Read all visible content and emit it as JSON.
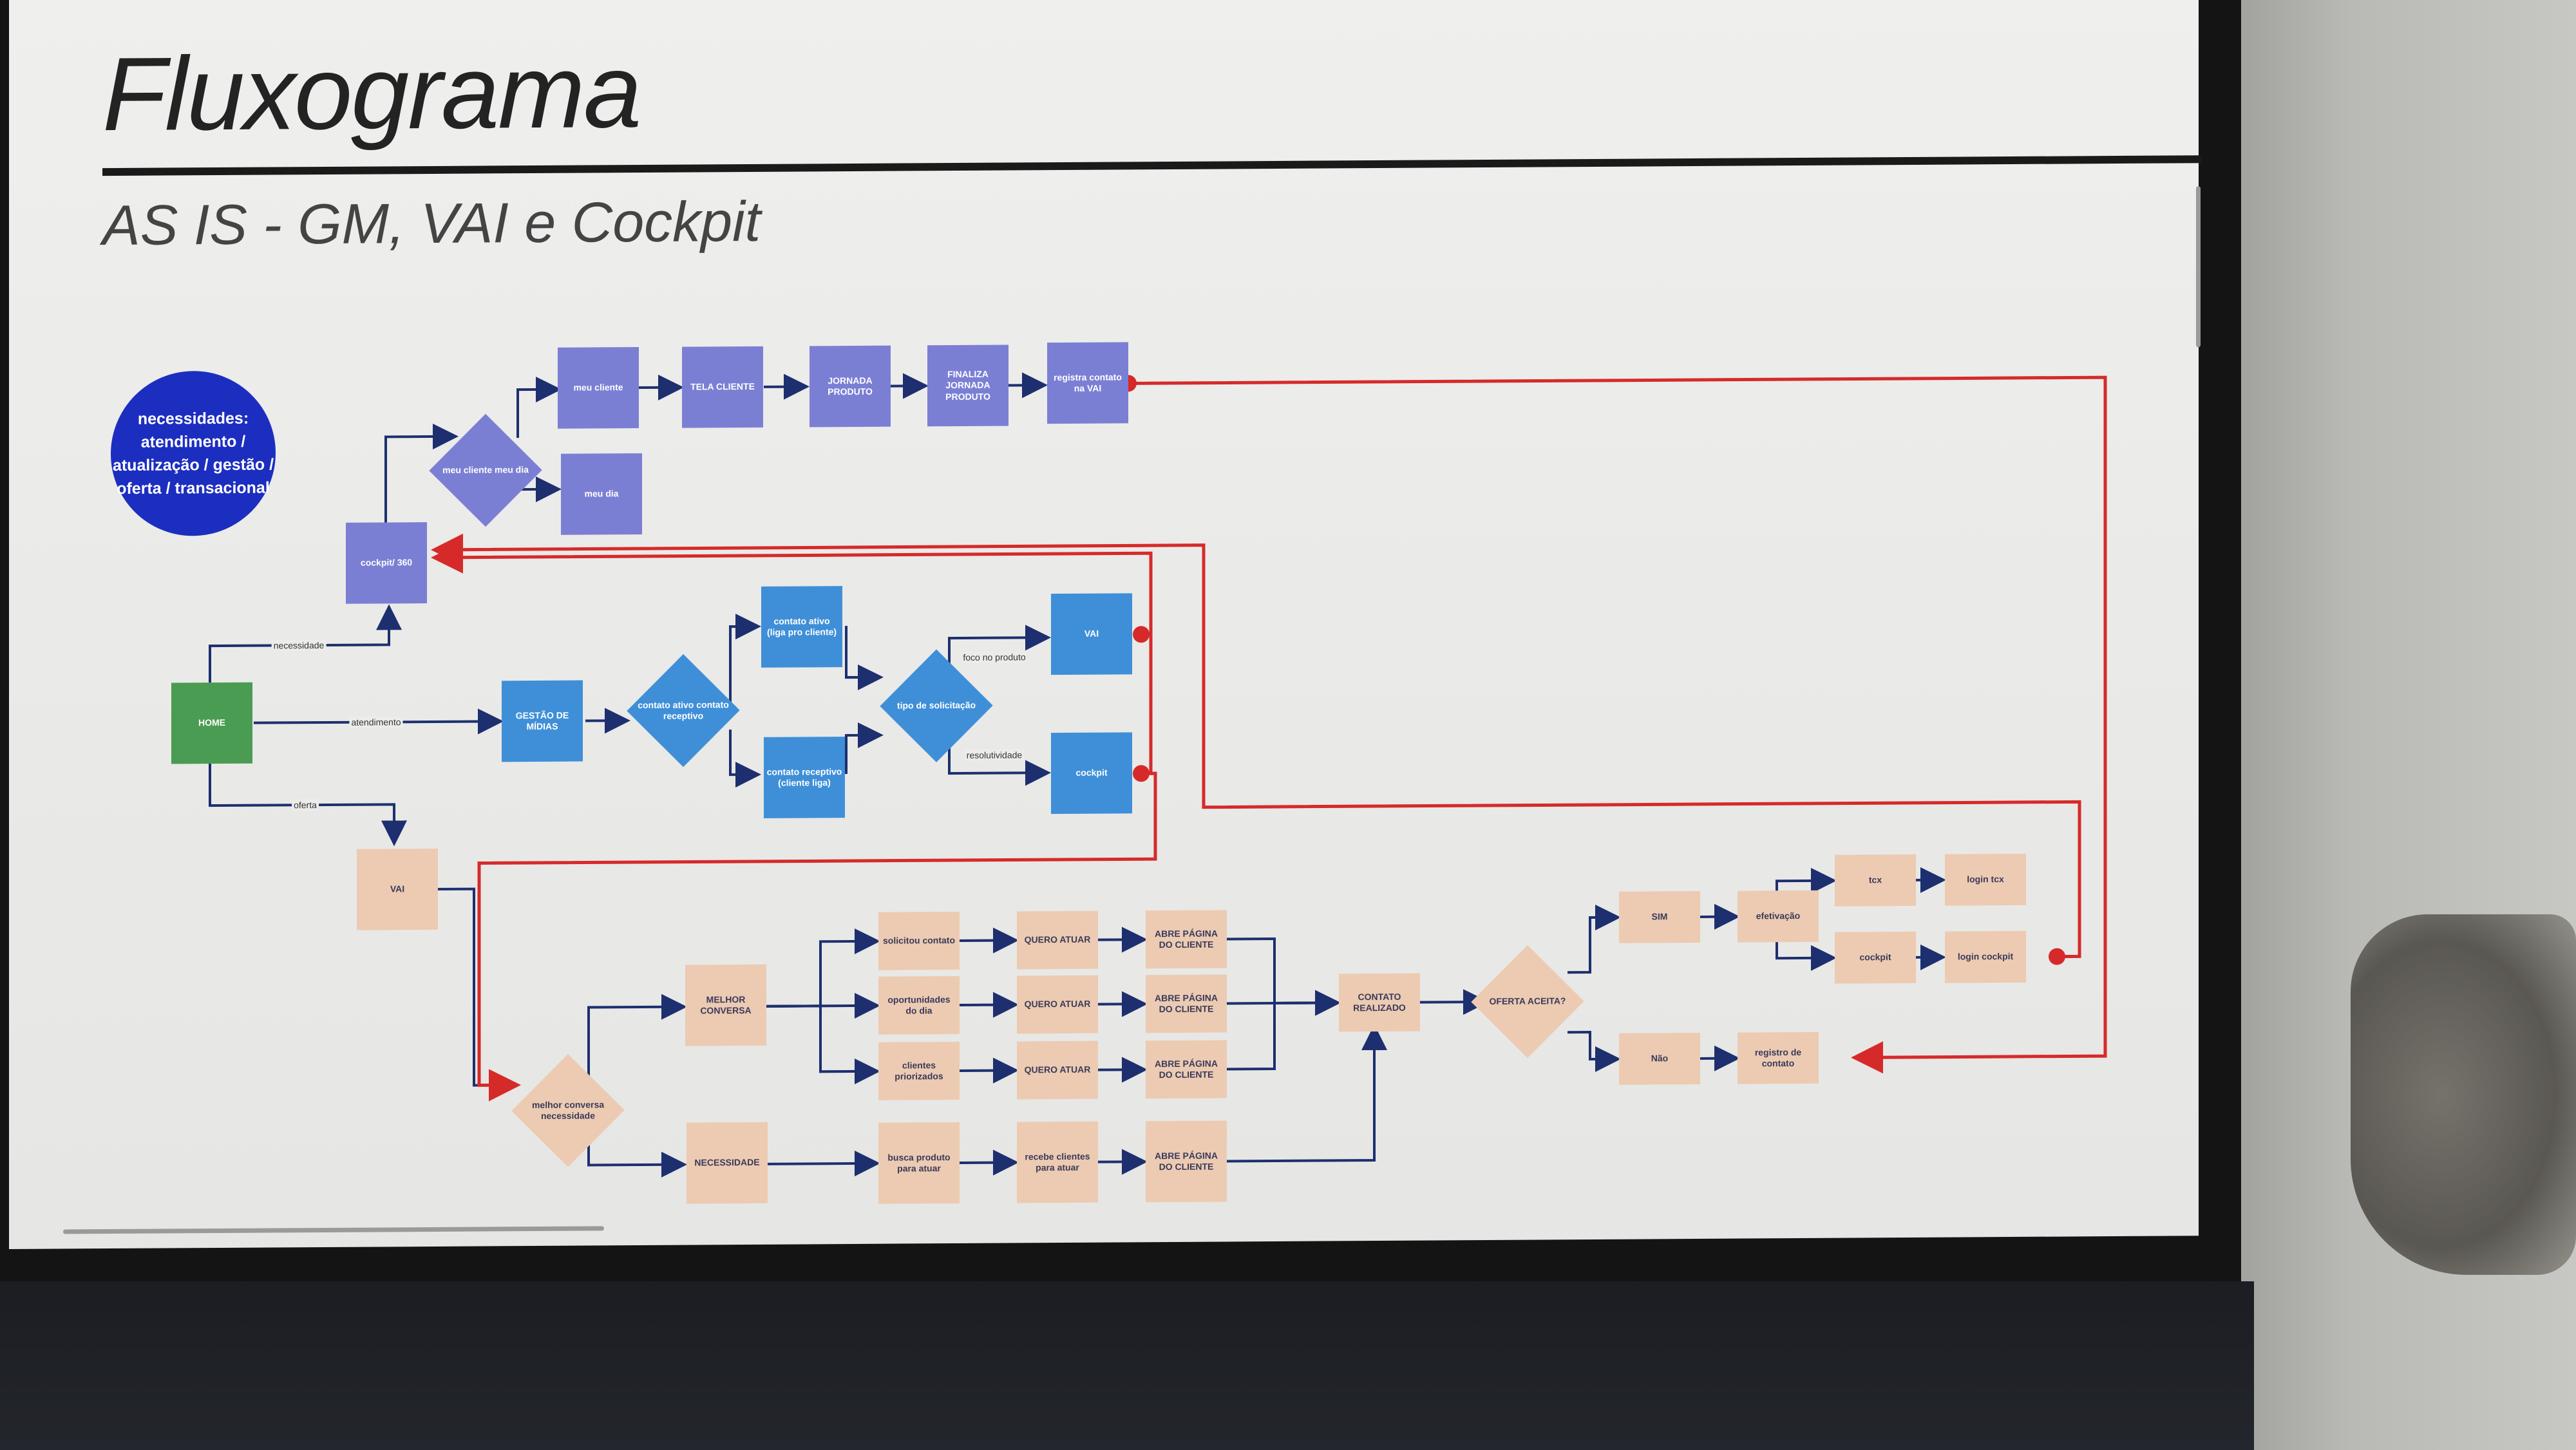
{
  "slide": {
    "title": "Fluxograma",
    "subtitle": "AS IS - GM, VAI e Cockpit"
  },
  "needs_bubble": "necessidades: atendimento / atualização / gestão / oferta / transacional",
  "nodes": {
    "meu_cliente": "meu cliente",
    "tela_cliente": "TELA CLIENTE",
    "jornada_produto": "JORNADA PRODUTO",
    "finaliza_jornada": "FINALIZA JORNADA PRODUTO",
    "registra_contato_vai": "registra contato na VAI",
    "meu_cliente_meu_dia": "meu cliente meu dia",
    "meu_dia": "meu dia",
    "cockpit_360": "cockpit/ 360",
    "home": "HOME",
    "gestao_midias": "GESTÃO DE MÍDIAS",
    "contato_ativo_receptivo": "contato ativo contato receptivo",
    "contato_ativo": "contato ativo (liga pro cliente)",
    "contato_receptivo": "contato receptivo (cliente liga)",
    "tipo_solicitacao": "tipo de solicitação",
    "vai_blue": "VAI",
    "cockpit_blue": "cockpit",
    "vai_peach": "VAI",
    "melhor_conversa_necessidade": "melhor conversa necessidade",
    "melhor_conversa": "MELHOR CONVERSA",
    "necessidade": "NECESSIDADE",
    "solicitou_contato": "solicitou contato",
    "oportunidades_dia": "oportunidades do dia",
    "clientes_priorizados": "clientes priorizados",
    "busca_produto": "busca produto para atuar",
    "quero_atuar_1": "QUERO ATUAR",
    "quero_atuar_2": "QUERO ATUAR",
    "quero_atuar_3": "QUERO ATUAR",
    "recebe_clientes": "recebe clientes para atuar",
    "abre_pagina_1": "ABRE PÁGINA DO CLIENTE",
    "abre_pagina_2": "ABRE PÁGINA DO CLIENTE",
    "abre_pagina_3": "ABRE PÁGINA DO CLIENTE",
    "abre_pagina_4": "ABRE PÁGINA DO CLIENTE",
    "contato_realizado": "CONTATO REALIZADO",
    "oferta_aceita": "OFERTA ACEITA?",
    "sim": "SIM",
    "nao": "Não",
    "efetivacao": "efetivação",
    "tcx": "tcx",
    "login_tcx": "login tcx",
    "cockpit_peach": "cockpit",
    "login_cockpit": "login cockpit",
    "registro_contato": "registro de contato"
  },
  "edge_labels": {
    "necessidade": "necessidade",
    "atendimento": "atendimento",
    "oferta": "oferta",
    "foco_produto": "foco no produto",
    "resolutividade": "resolutividade"
  },
  "colors": {
    "purple": "#7b7fd4",
    "blue": "#3f8fd8",
    "green": "#4a9c52",
    "peach": "#eccbb2",
    "navy_line": "#1d2f6f",
    "red_line": "#d62a2a",
    "bubble": "#1c2ec0"
  }
}
